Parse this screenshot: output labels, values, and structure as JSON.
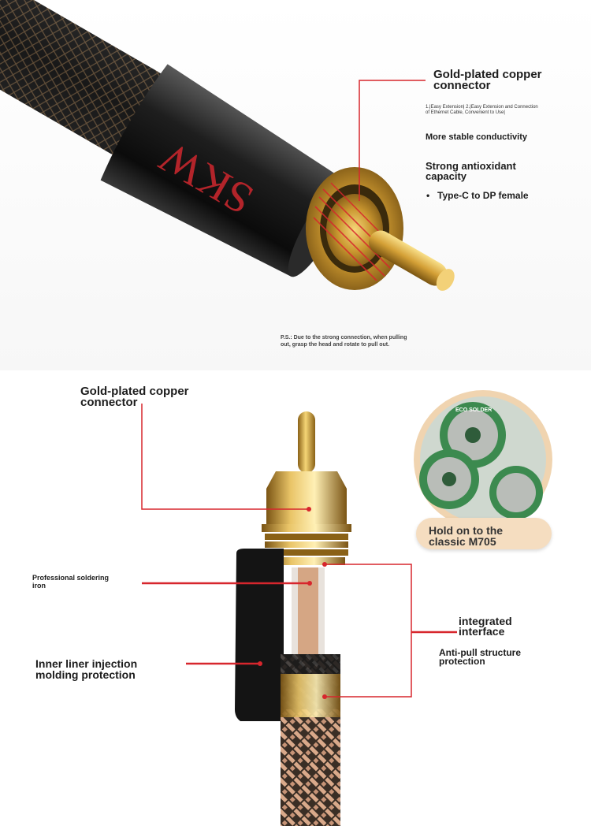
{
  "hero": {
    "brand_engraving": "SKW",
    "labels": {
      "gold_plated": "Gold-plated copper\nconnector",
      "easy_extension": "1.|Easy Extension| 2.|Easy Extension and Connection\nof Ethernet Cable, Convenient to Use|",
      "stable": "More stable conductivity",
      "antioxidant": "Strong antioxidant\ncapacity",
      "type_c_bullet": "•",
      "type_c": "Type-C to DP female",
      "ps_note": "P.S.: Due to the strong connection, when pulling\nout, grasp the head and rotate to pull out."
    }
  },
  "lower": {
    "labels": {
      "gold_plated": "Gold-plated copper\nconnector",
      "soldering": "Professional soldering\niron",
      "inner_liner": "Inner liner injection\nmolding protection",
      "integrated": "integrated\ninterface",
      "anti_pull": "Anti-pull structure\nprotection"
    },
    "solder_badge": "Hold on to the\nclassic M705",
    "solder_spool_text": "ECO SOLDER"
  },
  "colors": {
    "accent_red": "#d7262d",
    "gold": "#c9962f",
    "badge_bg": "#f5ddc0"
  }
}
